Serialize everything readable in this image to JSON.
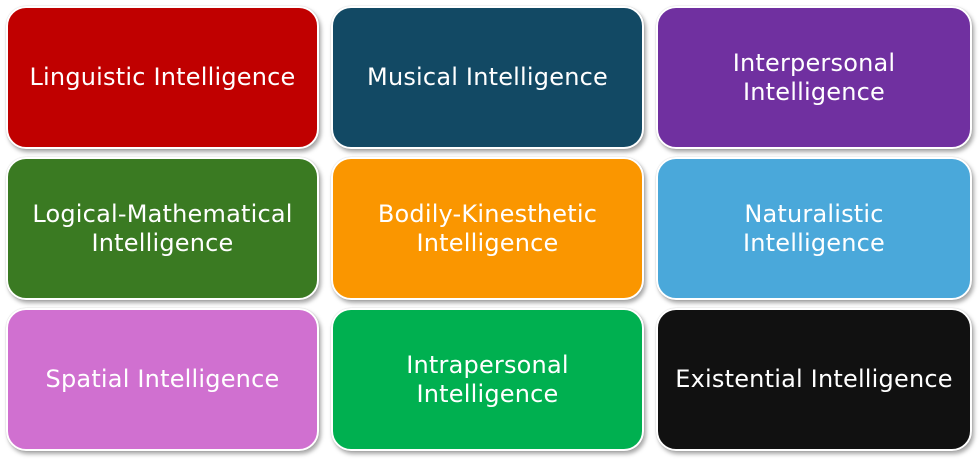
{
  "tiles": [
    {
      "label": "Linguistic Intelligence",
      "color": "#c00000"
    },
    {
      "label": "Musical Intelligence",
      "color": "#124964"
    },
    {
      "label": "Interpersonal Intelligence",
      "color": "#7030a0"
    },
    {
      "label": "Logical-Mathematical Intelligence",
      "color": "#3a7a22"
    },
    {
      "label": "Bodily-Kinesthetic Intelligence",
      "color": "#fa9600"
    },
    {
      "label": "Naturalistic Intelligence",
      "color": "#4aa8da"
    },
    {
      "label": "Spatial Intelligence",
      "color": "#d070d0"
    },
    {
      "label": "Intrapersonal Intelligence",
      "color": "#00b050"
    },
    {
      "label": "Existential Intelligence",
      "color": "#111111"
    }
  ]
}
